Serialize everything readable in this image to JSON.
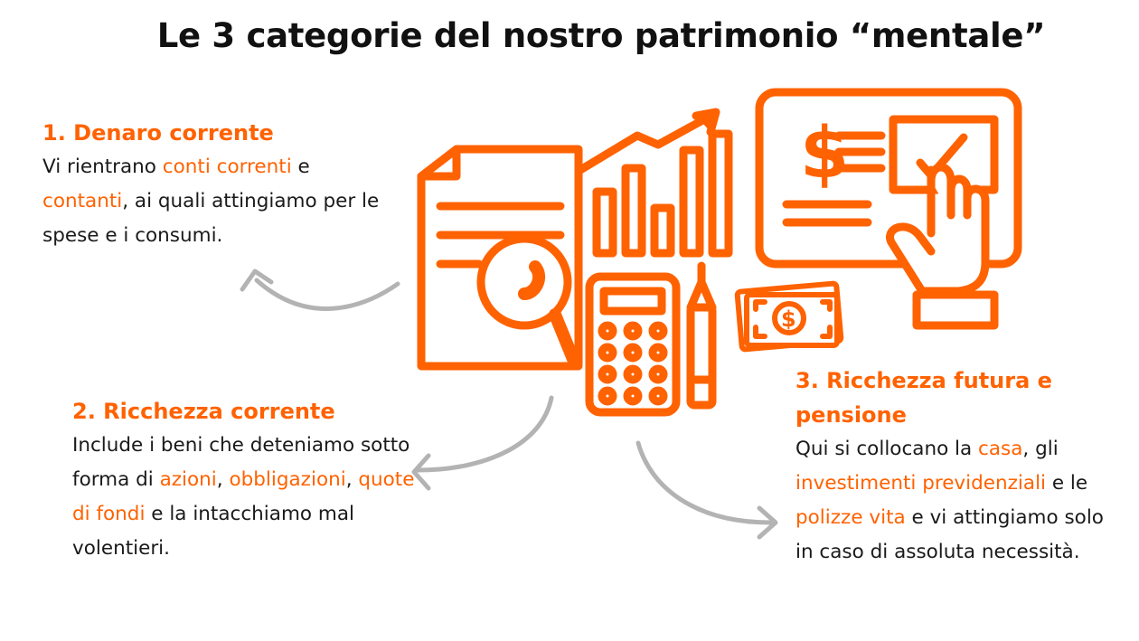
{
  "title": "Le 3 categorie del nostro patrimonio “mentale”",
  "colors": {
    "accent": "#ff6200",
    "arrow": "#b3b3b3",
    "text": "#1a1a1a"
  },
  "categories": [
    {
      "heading": "1. Denaro corrente",
      "parts": [
        "Vi rientrano ",
        "conti correnti",
        " e ",
        "contanti",
        ", ai quali attingiamo per le spese e i consumi."
      ]
    },
    {
      "heading": "2. Ricchezza corrente",
      "parts": [
        "Include i beni che deteniamo sotto forma di ",
        "azioni",
        ", ",
        "obbligazioni",
        ", ",
        "quote di fondi",
        " e la intacchiamo mal volentieri."
      ]
    },
    {
      "heading": "3. Ricchezza futura e pensione",
      "parts": [
        "Qui si collocano la ",
        "casa",
        ", gli ",
        "investimenti previdenziali",
        " e le ",
        "polizze vita",
        " e vi attingiamo solo in caso di assoluta necessità."
      ]
    }
  ],
  "icons": [
    "document-magnifier-icon",
    "bar-chart-growth-icon",
    "dollar-screen-hand-icon",
    "calculator-icon",
    "pen-icon",
    "banknote-icon"
  ]
}
